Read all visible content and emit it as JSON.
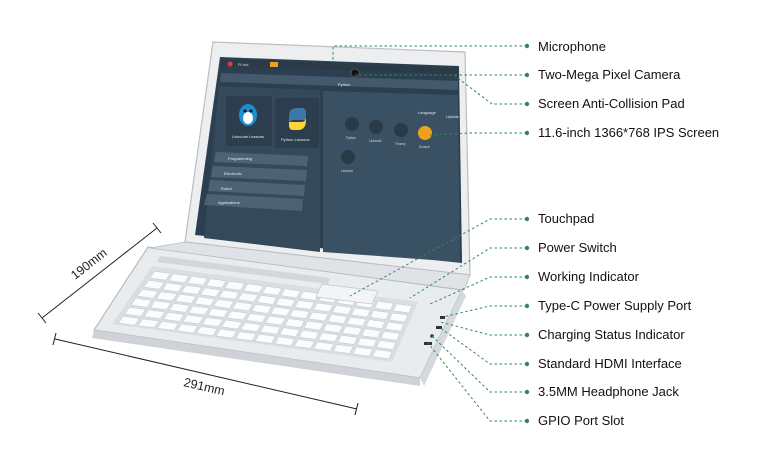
{
  "callouts": [
    "Microphone",
    "Two-Mega Pixel Camera",
    "Screen Anti-Collision Pad",
    "11.6-inch 1366*768 IPS Screen",
    "Touchpad",
    "Power Switch",
    "Working Indicator",
    "Type-C Power Supply Port",
    "Charging Status Indicator",
    "Standard HDMI Interface",
    "3.5MM Headphone Jack",
    "GPIO Port Slot"
  ],
  "dimensions": {
    "depth": "190mm",
    "width": "291mm"
  },
  "screen": {
    "top_bar_app": "Pi-hut",
    "window_title": "Python",
    "tile_left": "Linkcode Lessons",
    "tile_right": "Python Lessons",
    "language_label": "Language",
    "update_label": "Update",
    "menu_items": [
      "Programming",
      "Electronic",
      "Robot",
      "Applications"
    ],
    "apps": [
      "Python",
      "Linkcode",
      "Thonny",
      "Scratch",
      "Lessons"
    ]
  },
  "colors": {
    "leader_line": "#2e8b57",
    "laptop_body": "#e9ecef",
    "screen_bg": "#3d5568"
  }
}
